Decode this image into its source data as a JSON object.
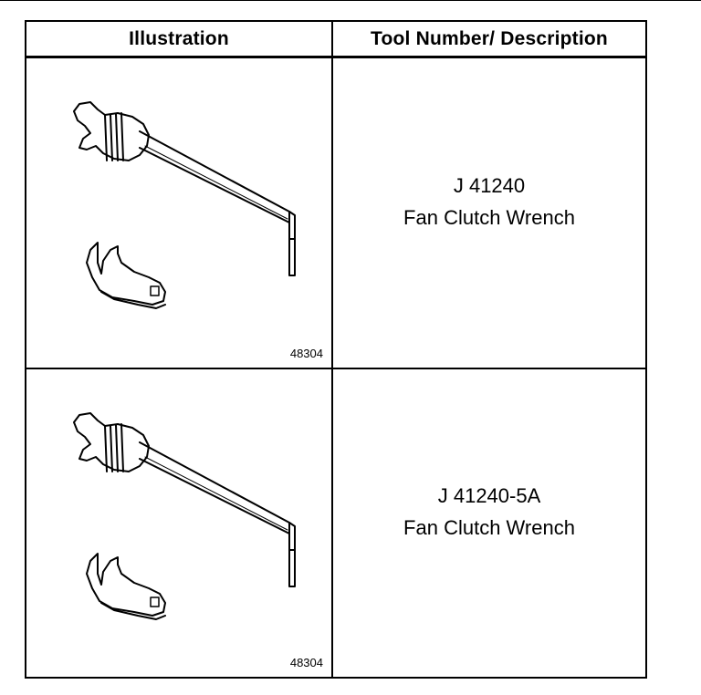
{
  "table": {
    "headers": {
      "illustration": "Illustration",
      "description": "Tool Number/ Description"
    },
    "rows": [
      {
        "illustration": {
          "figure_number": "48304",
          "icon": "fan-clutch-wrench-icon"
        },
        "tool_number": "J 41240",
        "description": "Fan Clutch Wrench"
      },
      {
        "illustration": {
          "figure_number": "48304",
          "icon": "fan-clutch-wrench-icon"
        },
        "tool_number": "J 41240-5A",
        "description": "Fan Clutch Wrench"
      }
    ]
  }
}
